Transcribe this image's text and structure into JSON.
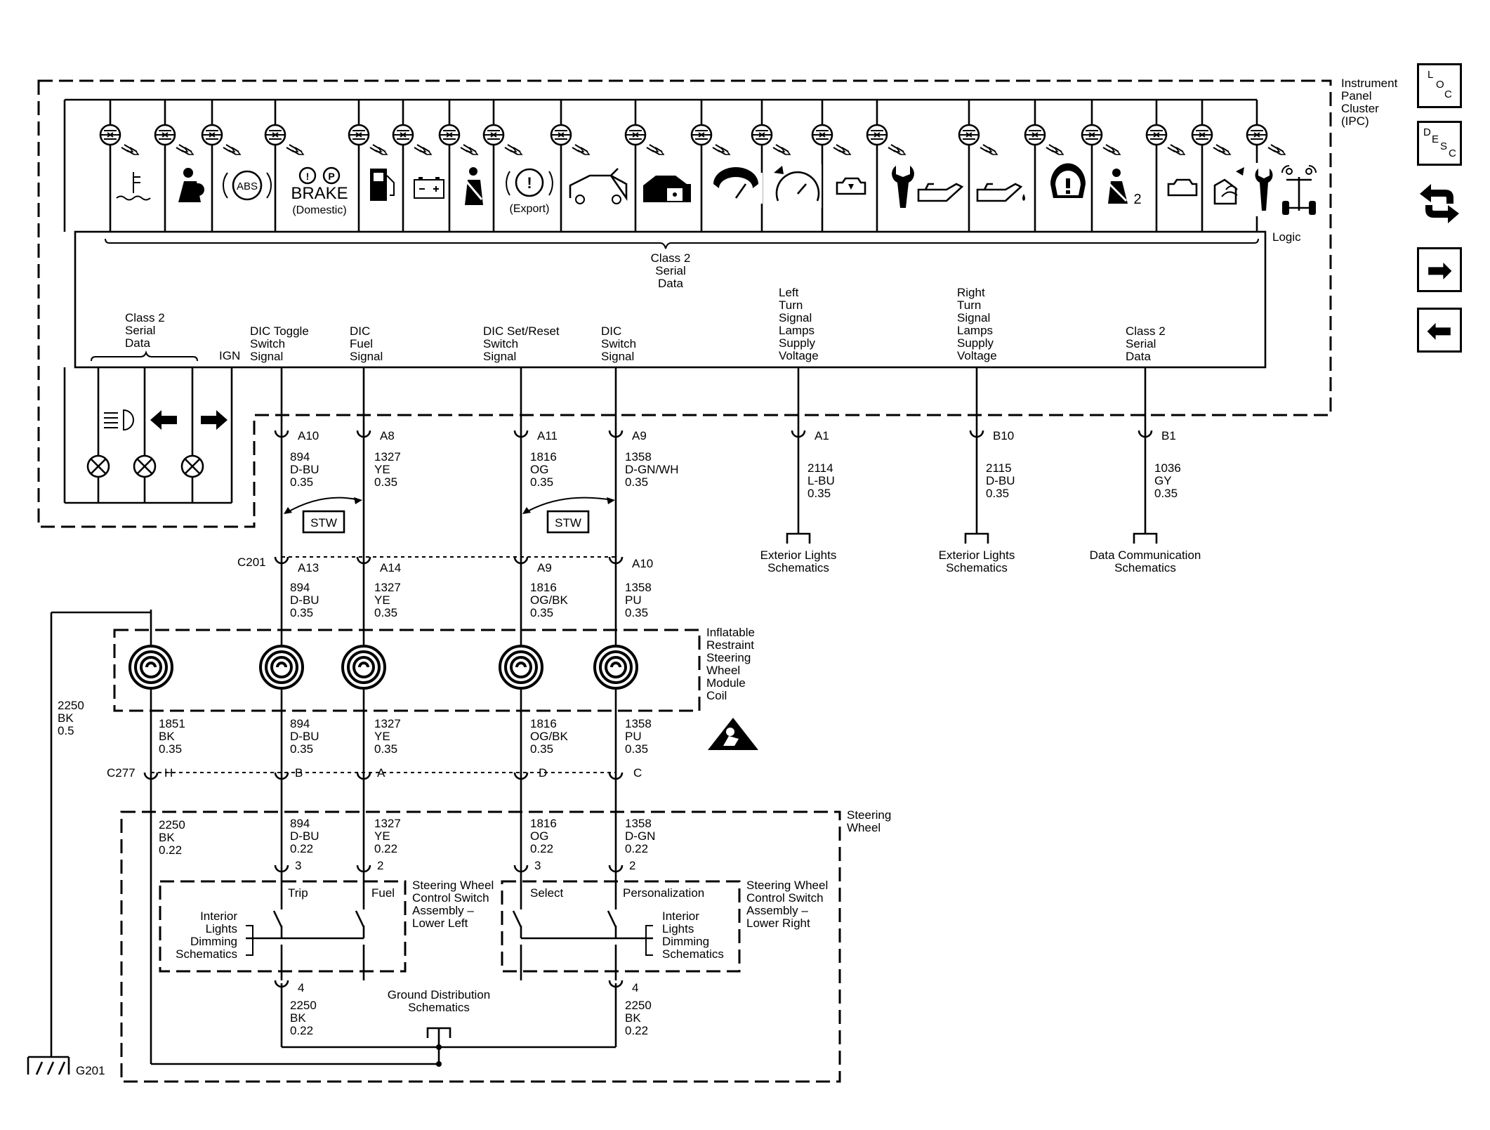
{
  "ipc": {
    "name": "Instrument Panel Cluster (IPC)",
    "name_lines": [
      "Instrument",
      "Panel",
      "Cluster",
      "(IPC)"
    ],
    "logic_label": "Logic",
    "serial_data_top": [
      "Class 2",
      "Serial",
      "Data"
    ],
    "serial_data_left": [
      "Class 2",
      "Serial",
      "Data"
    ],
    "ign_label": "IGN",
    "brake_text": "BRAKE",
    "brake_sub": "(Domestic)",
    "export_sub": "(Export)",
    "abs_text": "ABS",
    "airbag_suffix": "2",
    "signals": [
      {
        "lines": [
          "DIC Toggle",
          "Switch",
          "Signal"
        ]
      },
      {
        "lines": [
          "DIC",
          "Fuel",
          "Signal"
        ]
      },
      {
        "lines": [
          "DIC Set/Reset",
          "Switch",
          "Signal"
        ]
      },
      {
        "lines": [
          "DIC",
          "Switch",
          "Signal"
        ]
      },
      {
        "lines": [
          "Left",
          "Turn",
          "Signal",
          "Lamps",
          "Supply",
          "Voltage"
        ]
      },
      {
        "lines": [
          "Right",
          "Turn",
          "Signal",
          "Lamps",
          "Supply",
          "Voltage"
        ]
      },
      {
        "lines": [
          "Class 2",
          "Serial",
          "Data"
        ]
      }
    ]
  },
  "connectors": {
    "c201_label": "C201",
    "c277_label": "C277",
    "g201_label": "G201",
    "ipc_pins": [
      "A10",
      "A8",
      "A11",
      "A9",
      "A1",
      "B10",
      "B1"
    ],
    "c201_pins": [
      "A13",
      "A14",
      "A9",
      "A10"
    ],
    "c277_pins": [
      "H",
      "B",
      "A",
      "D",
      "C"
    ],
    "sw_pins_left": [
      "3",
      "2"
    ],
    "sw_pins_right": [
      "3",
      "2"
    ],
    "ground_pins": [
      "4",
      "4"
    ]
  },
  "wires": {
    "ipc_side": [
      [
        "894",
        "D-BU",
        "0.35"
      ],
      [
        "1327",
        "YE",
        "0.35"
      ],
      [
        "1816",
        "OG",
        "0.35"
      ],
      [
        "1358",
        "D-GN/WH",
        "0.35"
      ],
      [
        "2114",
        "L-BU",
        "0.35"
      ],
      [
        "2115",
        "D-BU",
        "0.35"
      ],
      [
        "1036",
        "GY",
        "0.35"
      ]
    ],
    "c201_side": [
      [
        "894",
        "D-BU",
        "0.35"
      ],
      [
        "1327",
        "YE",
        "0.35"
      ],
      [
        "1816",
        "OG/BK",
        "0.35"
      ],
      [
        "1358",
        "PU",
        "0.35"
      ]
    ],
    "coil_side": [
      [
        "1851",
        "BK",
        "0.35"
      ],
      [
        "894",
        "D-BU",
        "0.35"
      ],
      [
        "1327",
        "YE",
        "0.35"
      ],
      [
        "1816",
        "OG/BK",
        "0.35"
      ],
      [
        "1358",
        "PU",
        "0.35"
      ]
    ],
    "wheel_side": [
      [
        "2250",
        "BK",
        "0.22"
      ],
      [
        "894",
        "D-BU",
        "0.22"
      ],
      [
        "1327",
        "YE",
        "0.22"
      ],
      [
        "1816",
        "OG",
        "0.22"
      ],
      [
        "1358",
        "D-GN",
        "0.22"
      ]
    ],
    "ground_main": [
      "2250",
      "BK",
      "0.5"
    ],
    "ground_left": [
      "2250",
      "BK",
      "0.22"
    ],
    "ground_right": [
      "2250",
      "BK",
      "0.22"
    ]
  },
  "stw_label": "STW",
  "refs": {
    "exterior_lights": [
      "Exterior Lights",
      "Schematics"
    ],
    "data_comm": [
      "Data Communication",
      "Schematics"
    ],
    "ground_dist": [
      "Ground Distribution",
      "Schematics"
    ],
    "interior_dimming": [
      "Interior",
      "Lights",
      "Dimming",
      "Schematics"
    ]
  },
  "modules": {
    "coil": [
      "Inflatable",
      "Restraint",
      "Steering",
      "Wheel",
      "Module",
      "Coil"
    ],
    "steering_wheel": [
      "Steering",
      "Wheel"
    ],
    "switch_left": [
      "Steering Wheel",
      "Control Switch",
      "Assembly –",
      "Lower Left"
    ],
    "switch_right": [
      "Steering Wheel",
      "Control Switch",
      "Assembly –",
      "Lower Right"
    ]
  },
  "switches": {
    "trip": "Trip",
    "fuel": "Fuel",
    "select": "Select",
    "personalization": "Personalization"
  },
  "nav": {
    "loc": {
      "l": "L",
      "o": "O",
      "c": "C"
    },
    "desc": {
      "d": "D",
      "e": "E",
      "s": "S",
      "c": "C"
    },
    "forward_symbol": "➡",
    "back_symbol": "⬅"
  }
}
